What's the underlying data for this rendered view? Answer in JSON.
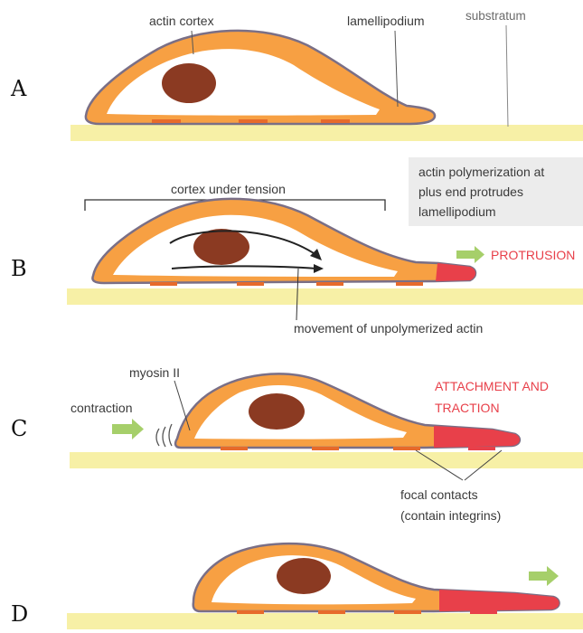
{
  "panels": [
    {
      "letter": "A"
    },
    {
      "letter": "B"
    },
    {
      "letter": "C"
    },
    {
      "letter": "D"
    }
  ],
  "labels": {
    "actin_cortex": "actin cortex",
    "lamellipodium": "lamellipodium",
    "substratum": "substratum",
    "cortex_under_tension": "cortex under tension",
    "polymerization_note": [
      "actin polymerization at",
      "plus end protrudes",
      "lamellipodium"
    ],
    "protrusion": "PROTRUSION",
    "movement_unpolymerized": "movement of unpolymerized actin",
    "myosin": "myosin II",
    "contraction": "contraction",
    "attachment": [
      "ATTACHMENT AND",
      "TRACTION"
    ],
    "focal_contacts": [
      "focal contacts",
      "(contain integrins)"
    ]
  },
  "colors": {
    "cortex_orange": "#f7a043",
    "cell_outline": "#7a6f86",
    "nucleus": "#8b3a22",
    "substratum_yellow": "#f7f0a6",
    "focal_red": "#e8404a",
    "arrow_green": "#a6cf6a",
    "label_red": "#e8404a"
  }
}
